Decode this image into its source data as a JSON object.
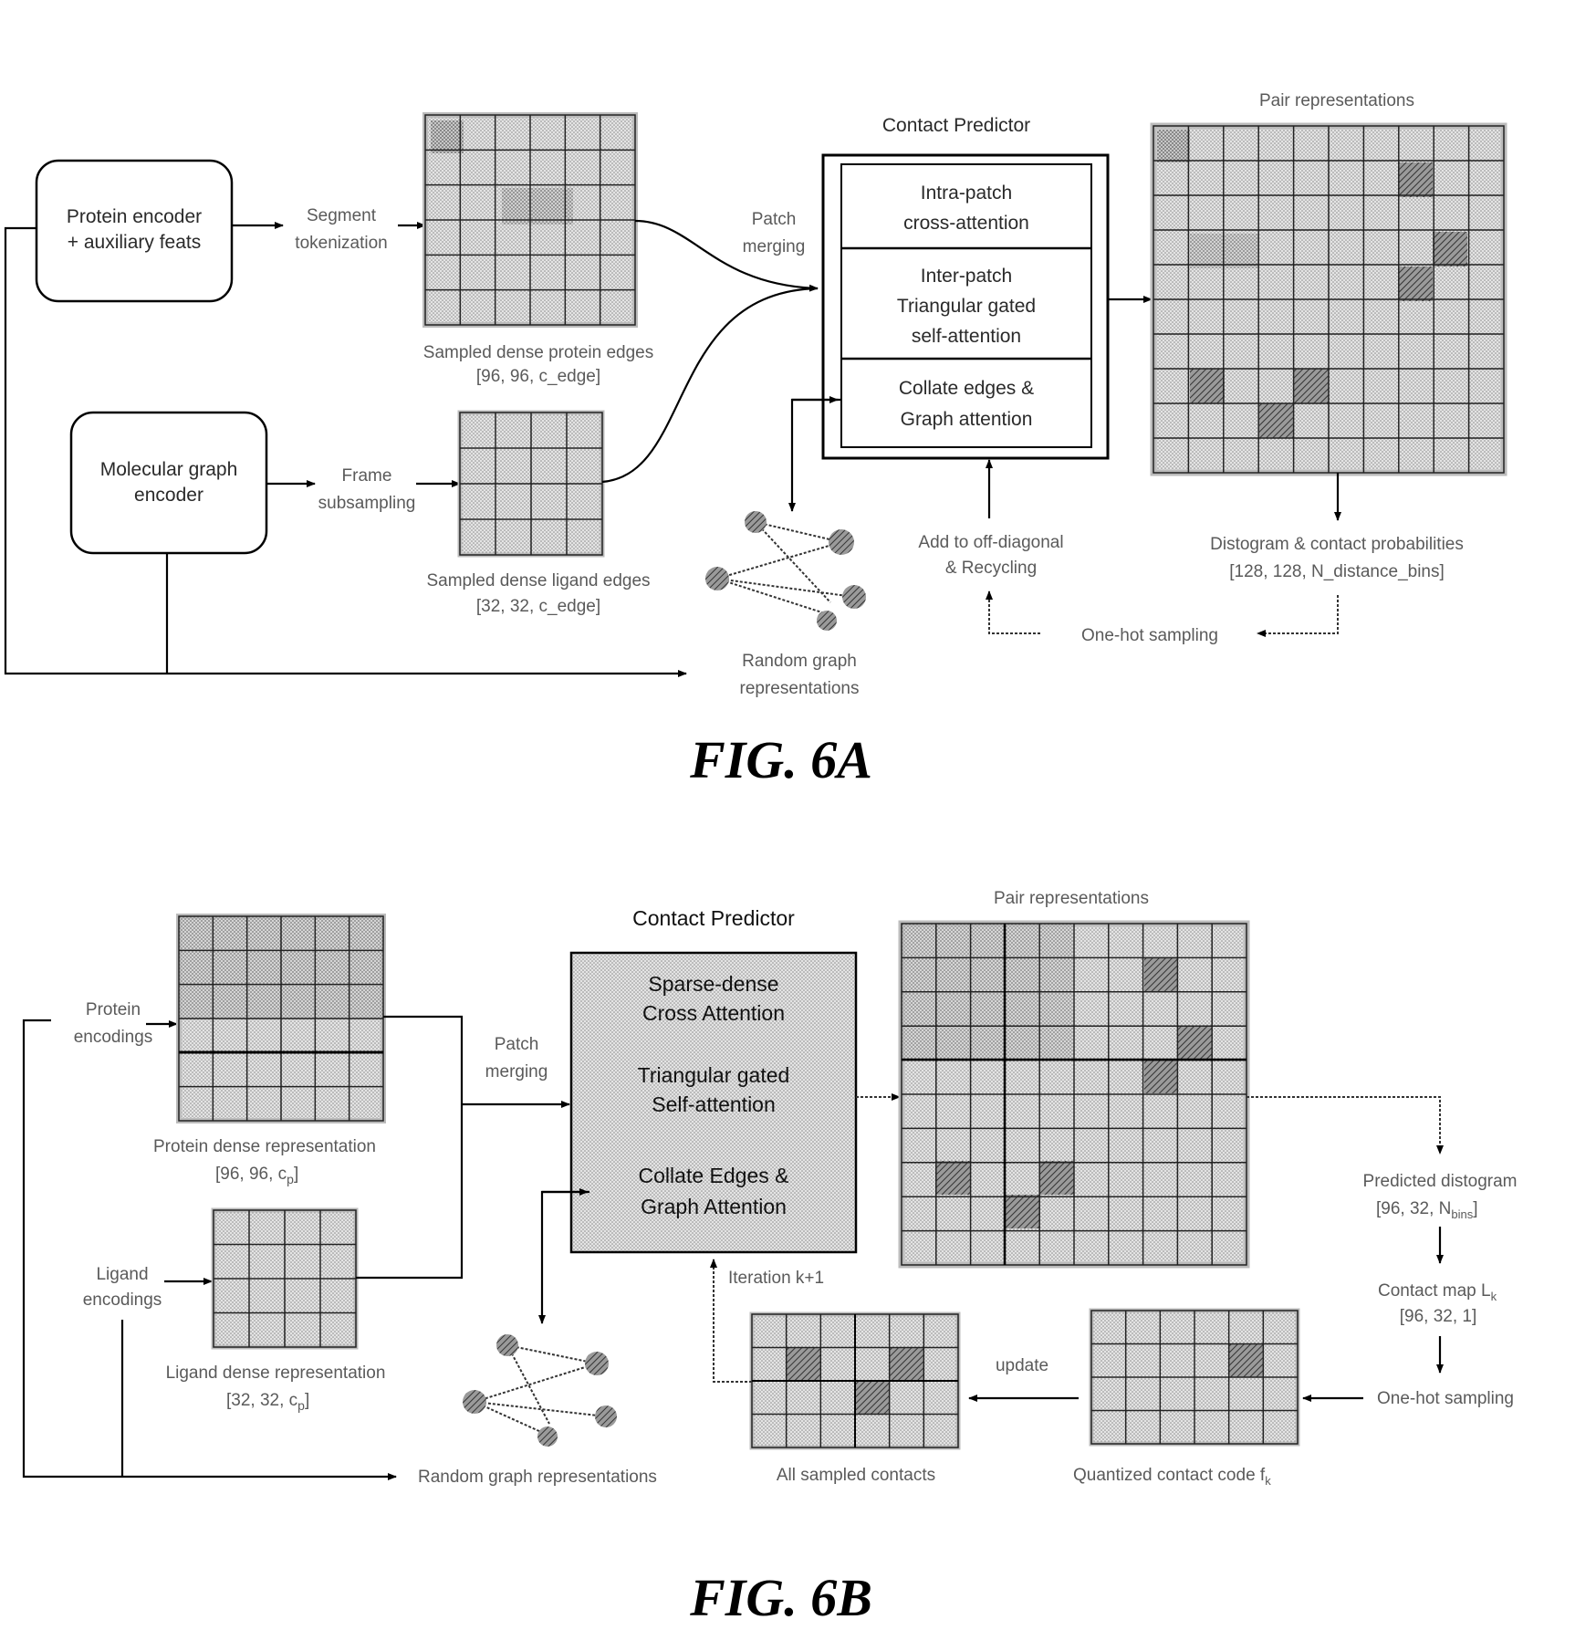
{
  "fig6a": {
    "caption": "FIG. 6A",
    "protein_encoder": [
      "Protein encoder",
      "+ auxiliary feats"
    ],
    "segment_tokenization": [
      "Segment",
      "tokenization"
    ],
    "protein_edges_label": [
      "Sampled dense protein edges",
      "[96, 96, c_edge]"
    ],
    "molecular_encoder": [
      "Molecular graph",
      "encoder"
    ],
    "frame_subsampling": [
      "Frame",
      "subsampling"
    ],
    "ligand_edges_label": [
      "Sampled dense ligand edges",
      "[32, 32, c_edge]"
    ],
    "patch_merging": [
      "Patch",
      "merging"
    ],
    "contact_predictor_title": "Contact Predictor",
    "cp_block1": [
      "Intra-patch",
      "cross-attention"
    ],
    "cp_block2": [
      "Inter-patch",
      "Triangular gated",
      "self-attention"
    ],
    "cp_block3": [
      "Collate edges &",
      "Graph attention"
    ],
    "pair_repr_title": "Pair representations",
    "random_graph": [
      "Random graph",
      "representations"
    ],
    "add_offdiag": [
      "Add to off-diagonal",
      "& Recycling"
    ],
    "distogram_label": [
      "Distogram & contact probabilities",
      "[128, 128, N_distance_bins]"
    ],
    "one_hot_sampling": "One-hot sampling"
  },
  "fig6b": {
    "caption": "FIG. 6B",
    "protein_encodings": [
      "Protein",
      "encodings"
    ],
    "protein_dense_label": [
      "Protein dense representation",
      "[96, 96, c"
    ],
    "protein_dense_sub": "p",
    "protein_dense_close": "]",
    "ligand_encodings": [
      "Ligand",
      "encodings"
    ],
    "ligand_dense_label": [
      "Ligand dense representation",
      "[32, 32, c"
    ],
    "ligand_dense_sub": "p",
    "ligand_dense_close": "]",
    "patch_merging": [
      "Patch",
      "merging"
    ],
    "contact_predictor_title": "Contact Predictor",
    "cp_block1": [
      "Sparse-dense",
      "Cross Attention"
    ],
    "cp_block2": [
      "Triangular gated",
      "Self-attention"
    ],
    "cp_block3": [
      "Collate Edges &",
      "Graph Attention"
    ],
    "pair_repr_title": "Pair representations",
    "iteration": "Iteration k+1",
    "random_graph": "Random graph representations",
    "all_sampled": "All sampled contacts",
    "update": "update",
    "quantized_label": "Quantized contact code f",
    "quantized_sub": "k",
    "predicted_distogram": [
      "Predicted distogram",
      "[96, 32, N"
    ],
    "predicted_distogram_sub": "bins",
    "predicted_distogram_close": "]",
    "contact_map": [
      "Contact map L",
      "[96, 32, 1]"
    ],
    "contact_map_sub": "k",
    "one_hot_sampling": "One-hot sampling"
  }
}
